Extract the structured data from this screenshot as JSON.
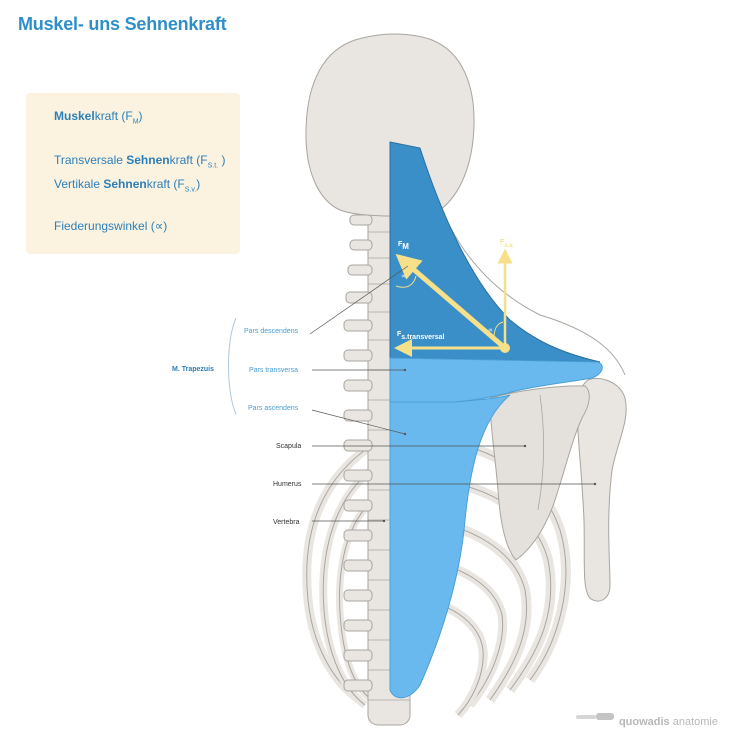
{
  "title": "Muskel- uns Sehnenkraft",
  "legend": {
    "muscle_force": {
      "bold": "Muskel",
      "rest": "kraft (F",
      "sub": "M",
      "close": ")"
    },
    "transversal": {
      "pre": "Transversale ",
      "bold": "Sehnen",
      "rest": "kraft (F",
      "sub": "S.t.",
      "close": " )"
    },
    "vertical": {
      "pre": "Vertikale ",
      "bold": "Sehnen",
      "rest": "kraft (F",
      "sub": "S.v.",
      "close": ")"
    },
    "angle": "Fiederungswinkel (∝)"
  },
  "vectors": {
    "fm_main": "F",
    "fm_sub": "M",
    "fsv_main": "F",
    "fsv_sub": "s.v.",
    "fst_main": "F",
    "fst_sub": "s.transversal",
    "alpha": "∝"
  },
  "labels": {
    "pars_descendens": "Pars descendens",
    "pars_transversa": "Pars transversa",
    "pars_ascendens": "Pars ascendens",
    "m_trapezuis": "M. Trapezuis",
    "scapula": "Scapula",
    "humerus": "Humerus",
    "vertebra": "Vertebra"
  },
  "watermark": {
    "bold": "quowadis",
    "rest": " anatomie"
  },
  "colors": {
    "title": "#2f8fc9",
    "legend_bg": "#fbf3e0",
    "bone": "#e9e6e2",
    "bone_outline": "#a9a5a0",
    "muscle_dark": "#3a8fc8",
    "muscle_light": "#69b9ee",
    "force_arrow": "#f7e08a",
    "label_blue": "#4a9fd4"
  }
}
